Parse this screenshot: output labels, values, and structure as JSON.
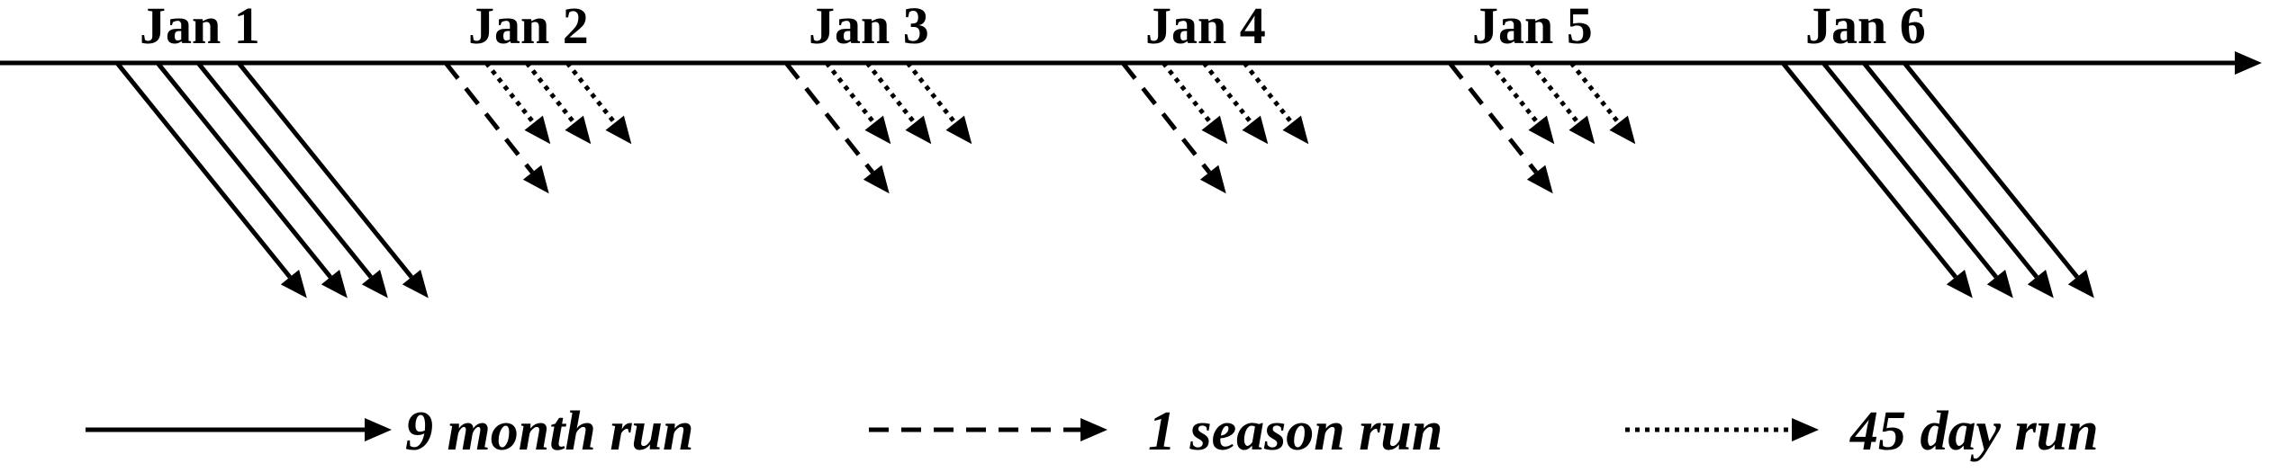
{
  "timeline": {
    "days": [
      {
        "label": "Jan 1",
        "runs": [
          "9-month",
          "9-month",
          "9-month",
          "9-month"
        ]
      },
      {
        "label": "Jan 2",
        "runs": [
          "1-season",
          "45-day",
          "45-day",
          "45-day"
        ]
      },
      {
        "label": "Jan 3",
        "runs": [
          "1-season",
          "45-day",
          "45-day",
          "45-day"
        ]
      },
      {
        "label": "Jan 4",
        "runs": [
          "1-season",
          "45-day",
          "45-day",
          "45-day"
        ]
      },
      {
        "label": "Jan 5",
        "runs": [
          "1-season",
          "45-day",
          "45-day",
          "45-day"
        ]
      },
      {
        "label": "Jan 6",
        "runs": [
          "9-month",
          "9-month",
          "9-month",
          "9-month"
        ]
      }
    ]
  },
  "legend": [
    {
      "style": "9-month",
      "label": "9 month run"
    },
    {
      "style": "1-season",
      "label": "1 season run"
    },
    {
      "style": "45-day",
      "label": "45 day run"
    }
  ],
  "colors": {
    "stroke": "#000000",
    "background": "#ffffff"
  }
}
